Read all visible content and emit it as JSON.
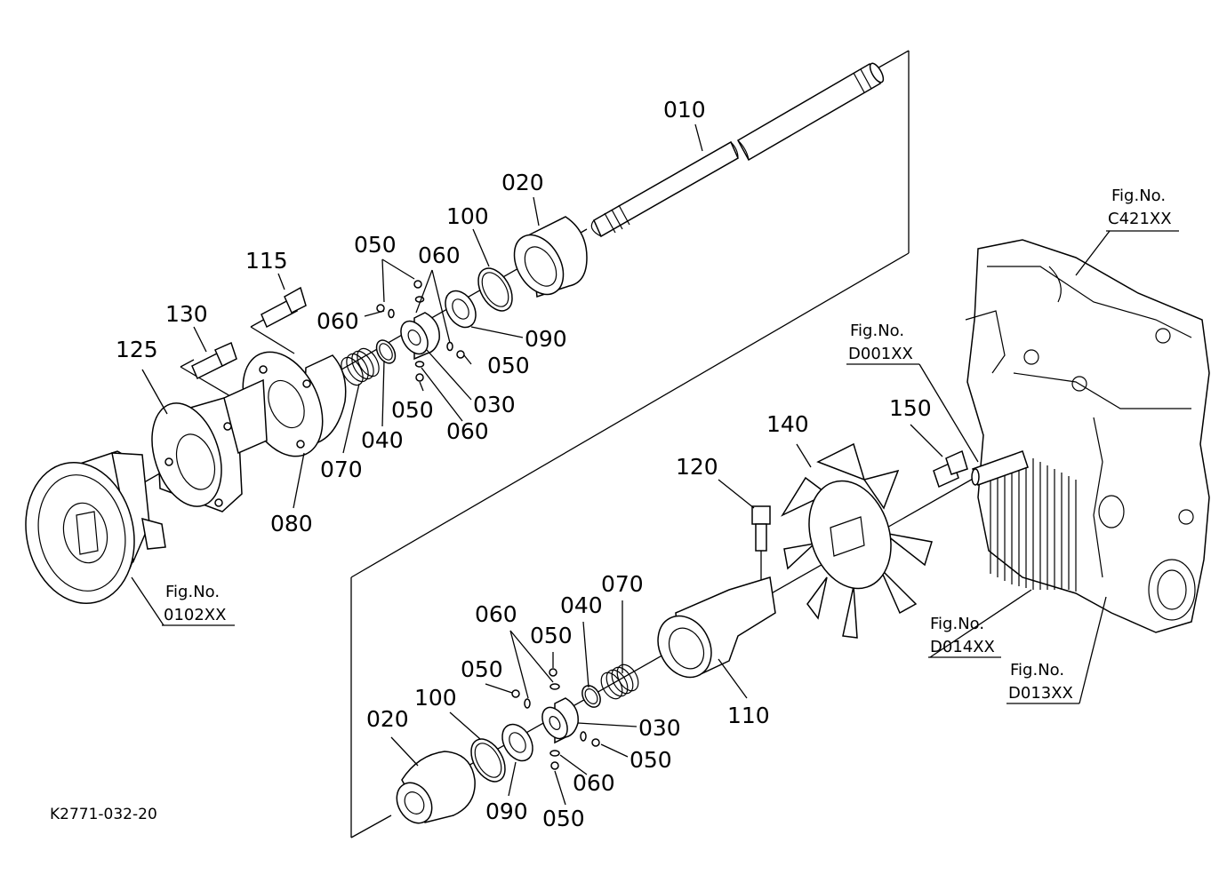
{
  "diagram_code": "K2771-032-20",
  "parts": [
    {
      "id": "p010",
      "label": "010"
    },
    {
      "id": "p020a",
      "label": "020"
    },
    {
      "id": "p100a",
      "label": "100"
    },
    {
      "id": "p050a",
      "label": "050"
    },
    {
      "id": "p060a",
      "label": "060"
    },
    {
      "id": "p115",
      "label": "115"
    },
    {
      "id": "p130",
      "label": "130"
    },
    {
      "id": "p060b",
      "label": "060"
    },
    {
      "id": "p090a",
      "label": "090"
    },
    {
      "id": "p125",
      "label": "125"
    },
    {
      "id": "p050b",
      "label": "050"
    },
    {
      "id": "p030a",
      "label": "030"
    },
    {
      "id": "p050c",
      "label": "050"
    },
    {
      "id": "p040a",
      "label": "040"
    },
    {
      "id": "p060c",
      "label": "060"
    },
    {
      "id": "p070a",
      "label": "070"
    },
    {
      "id": "p080",
      "label": "080"
    },
    {
      "id": "p150",
      "label": "150"
    },
    {
      "id": "p140",
      "label": "140"
    },
    {
      "id": "p120",
      "label": "120"
    },
    {
      "id": "p070b",
      "label": "070"
    },
    {
      "id": "p040b",
      "label": "040"
    },
    {
      "id": "p060d",
      "label": "060"
    },
    {
      "id": "p050d",
      "label": "050"
    },
    {
      "id": "p050e",
      "label": "050"
    },
    {
      "id": "p100b",
      "label": "100"
    },
    {
      "id": "p020b",
      "label": "020"
    },
    {
      "id": "p030b",
      "label": "030"
    },
    {
      "id": "p110",
      "label": "110"
    },
    {
      "id": "p050f",
      "label": "050"
    },
    {
      "id": "p060e",
      "label": "060"
    },
    {
      "id": "p090b",
      "label": "090"
    },
    {
      "id": "p050g",
      "label": "050"
    }
  ],
  "figure_refs": [
    {
      "id": "c421",
      "prefix": "Fig.No.",
      "code": "C421XX"
    },
    {
      "id": "d001",
      "prefix": "Fig.No.",
      "code": "D001XX"
    },
    {
      "id": "f0102",
      "prefix": "Fig.No.",
      "code": "0102XX"
    },
    {
      "id": "d014",
      "prefix": "Fig.No.",
      "code": "D014XX"
    },
    {
      "id": "d013",
      "prefix": "Fig.No.",
      "code": "D013XX"
    }
  ]
}
